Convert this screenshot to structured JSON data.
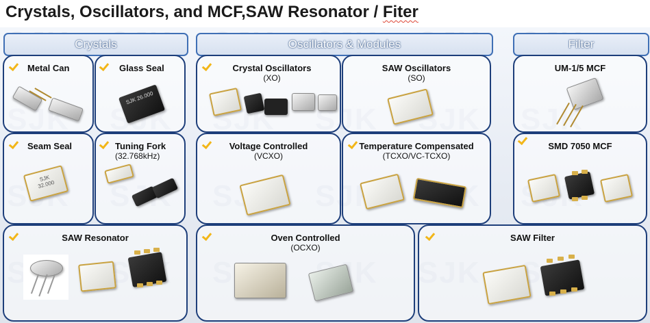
{
  "title": {
    "main": "Crystals, Oscillators, and MCF,SAW Resonator / ",
    "misspelled": "Fiter"
  },
  "watermark": "SJK",
  "categories": {
    "crystals": "Crystals",
    "oscillators": "Oscillators & Modules",
    "filter": "Filter"
  },
  "cards": {
    "metal_can": {
      "label": "Metal Can"
    },
    "glass_seal": {
      "label": "Glass Seal",
      "chip_text": "SJK\n26.000"
    },
    "seam_seal": {
      "label": "Seam Seal",
      "chip_text": "SJK\n32.000"
    },
    "tuning_fork": {
      "label": "Tuning Fork",
      "sub": "(32.768kHz)"
    },
    "crystal_osc": {
      "label": "Crystal Oscillators",
      "sub": "(XO)"
    },
    "saw_osc": {
      "label": "SAW Oscillators",
      "sub": "(SO)"
    },
    "vcxo": {
      "label": "Voltage Controlled",
      "sub": "(VCXO)"
    },
    "tcxo": {
      "label": "Temperature Compensated",
      "sub": "(TCXO/VC-TCXO)"
    },
    "um15": {
      "label": "UM-1/5 MCF"
    },
    "smd7050": {
      "label": "SMD 7050  MCF"
    },
    "saw_res": {
      "label": "SAW Resonator"
    },
    "ocxo": {
      "label": "Oven Controlled",
      "sub": "(OCXO)"
    },
    "saw_filter": {
      "label": "SAW Filter"
    }
  },
  "colors": {
    "border": "#1d3e7a",
    "category_border": "#3f6fb5",
    "check": "#f2b619",
    "pad_gold": "#d8b04a"
  },
  "icons": {
    "selected": "checkmark-icon"
  }
}
